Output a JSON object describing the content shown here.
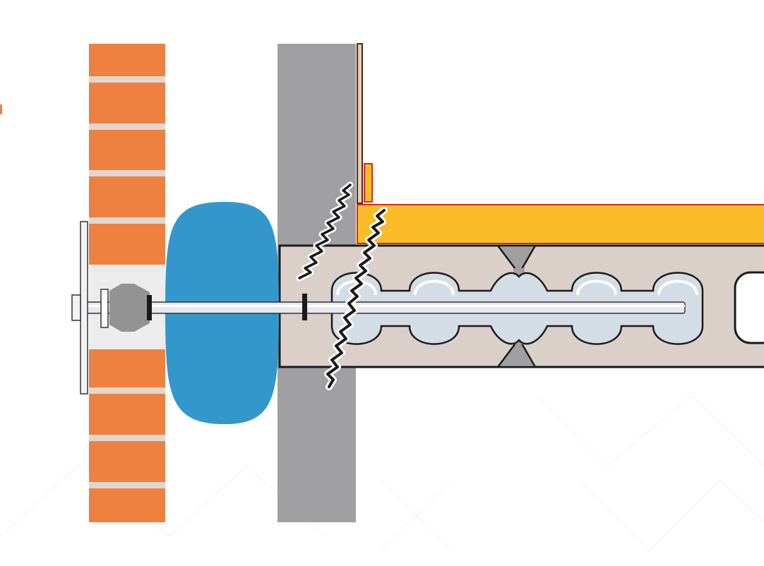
{
  "diagram": {
    "labels": [],
    "colors": {
      "brick": "#ee8040",
      "mortar": "#e2d6d0",
      "cavity_insulation": "#3397cc",
      "inner_leaf": "#a0a0a2",
      "plasterboard": "#f6c9a8",
      "floor_insulation": "#fbbc2a",
      "insulation_outline": "#e0261f",
      "hollowcore_plank": "#dbcfca",
      "plank_cores": "#d4dde6",
      "tie_rod": "#e6e8ec",
      "tie_sleeve": "#939393",
      "tie_cap": "#f4f4f4",
      "break_line": "#000000"
    },
    "components": [
      "brick-outer-leaf",
      "cavity-insulation-batt",
      "inner-blockwork-leaf",
      "plasterboard-lining",
      "floor-insulation-board",
      "insulation-upstand",
      "hollowcore-floor-plank",
      "wall-tie-anchor",
      "break-lines"
    ]
  }
}
